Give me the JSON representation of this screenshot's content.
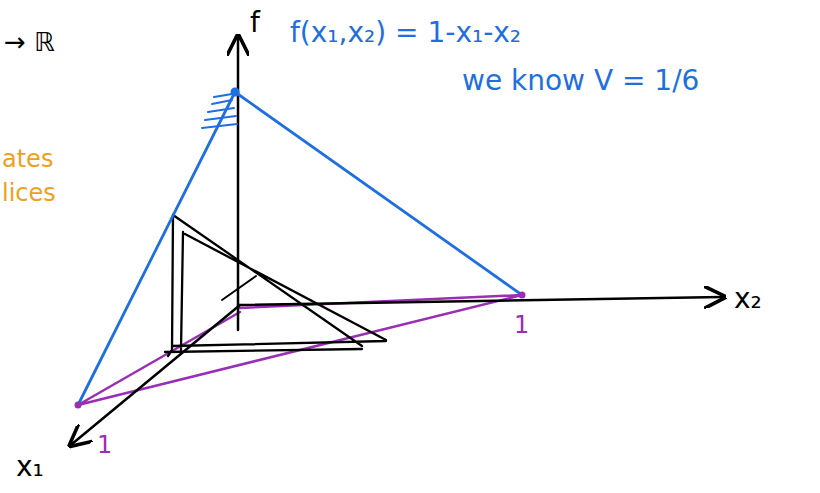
{
  "diagram": {
    "labels": [
      "→ ℝ",
      "f",
      "f(x₁,x₂) = 1-x₁-x₂",
      "we know V = 1/6",
      "ates",
      "lices",
      "x₂",
      "1",
      "1",
      "x₁"
    ]
  }
}
